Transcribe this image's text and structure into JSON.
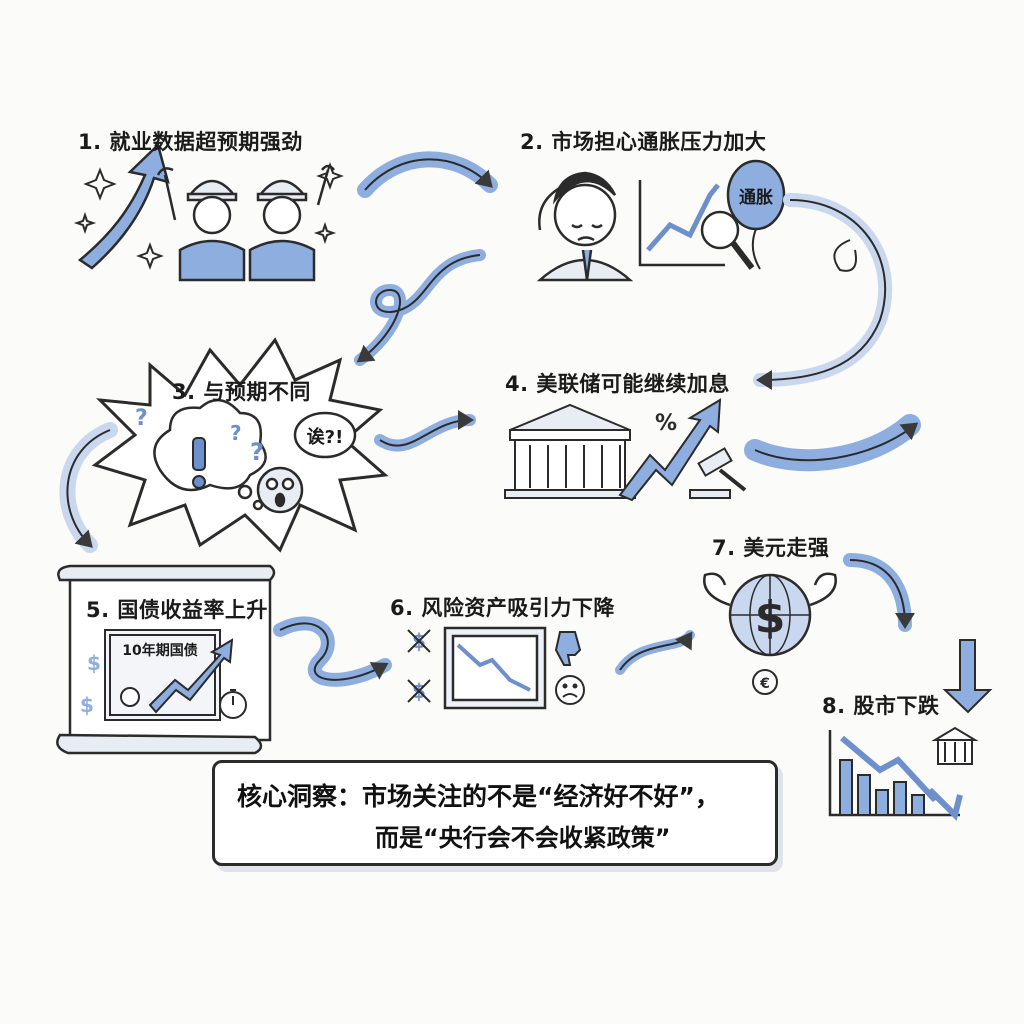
{
  "steps": [
    {
      "label": "1. 就业数据超预期强劲"
    },
    {
      "label": "2. 市场担心通胀压力加大"
    },
    {
      "label": "3. 与预期不同"
    },
    {
      "label": "4. 美联储可能继续加息"
    },
    {
      "label": "5. 国债收益率上升"
    },
    {
      "label": "6. 风险资产吸引力下降"
    },
    {
      "label": "7. 美元走强"
    },
    {
      "label": "8. 股市下跌"
    }
  ],
  "balloon_text": "通胀",
  "exclaim_bubble": "诶?!",
  "certificate_text": "10年期国债",
  "insight": {
    "title": "核心洞察：",
    "line1": "市场关注的不是“经济好不好”，",
    "line2": "而是“央行会不会收紧政策”"
  },
  "colors": {
    "ink": "#2b2b2b",
    "accent_blue": "#7f9fd6",
    "light_blue": "#c9d7ef",
    "paper": "#fbfbf9"
  }
}
